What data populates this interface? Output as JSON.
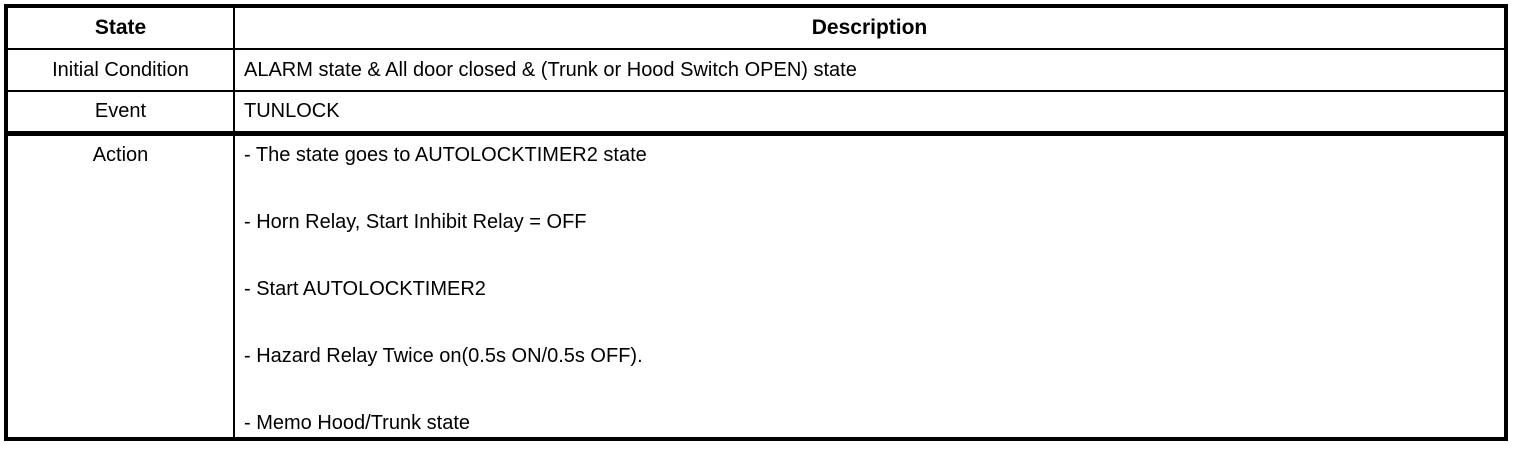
{
  "table": {
    "columns": [
      "State",
      "Description"
    ],
    "rows": [
      {
        "state": "Initial Condition",
        "description": [
          "ALARM state & All door closed & (Trunk or Hood Switch OPEN) state"
        ]
      },
      {
        "state": "Event",
        "description": [
          "TUNLOCK"
        ]
      },
      {
        "state": "Action",
        "description": [
          "- The state goes to AUTOLOCKTIMER2 state",
          "- Horn Relay, Start Inhibit Relay = OFF",
          "- Start AUTOLOCKTIMER2",
          "- Hazard Relay Twice on(0.5s ON/0.5s OFF).",
          "- Memo Hood/Trunk state"
        ]
      }
    ]
  }
}
